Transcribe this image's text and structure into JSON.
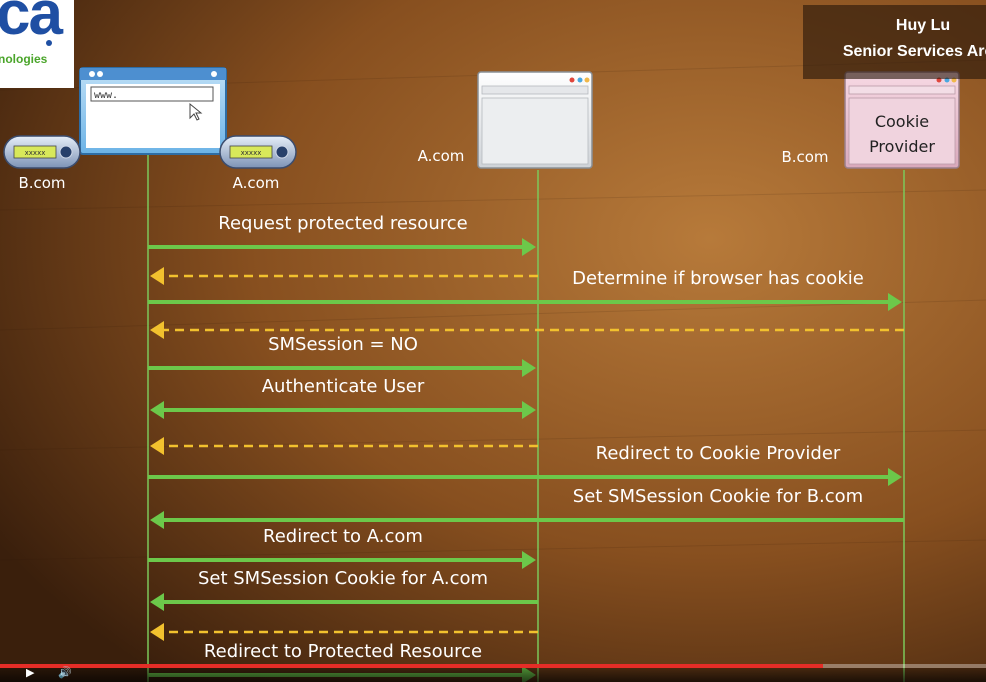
{
  "logo": {
    "letters": "ca",
    "tagline": "nologies"
  },
  "presenter": {
    "name": "Huy Lu",
    "title": "Senior Services Arch"
  },
  "participants": {
    "client_left_label": "B.com",
    "client_right_label": "A.com",
    "server_a_label": "A.com",
    "server_b_label": "B.com",
    "server_b_window_line1": "Cookie",
    "server_b_window_line2": "Provider",
    "browser_address": "www.",
    "token_text": "xxxxx"
  },
  "messages": [
    {
      "label": "Request protected resource",
      "from": "client",
      "to": "a",
      "style": "solid",
      "bidir": false
    },
    {
      "label": "",
      "from": "a",
      "to": "client",
      "style": "dashed",
      "bidir": false
    },
    {
      "label": "Determine if browser has cookie",
      "from": "client",
      "to": "b",
      "style": "solid",
      "bidir": false
    },
    {
      "label": "",
      "from": "b",
      "to": "client",
      "style": "dashed",
      "bidir": false
    },
    {
      "label": "SMSession = NO",
      "from": "client",
      "to": "a",
      "style": "solid",
      "bidir": false
    },
    {
      "label": "Authenticate User",
      "from": "client",
      "to": "a",
      "style": "solid",
      "bidir": true
    },
    {
      "label": "",
      "from": "a",
      "to": "client",
      "style": "dashed",
      "bidir": false
    },
    {
      "label": "Redirect to Cookie Provider",
      "from": "client",
      "to": "b",
      "style": "solid",
      "bidir": false
    },
    {
      "label": "Set SMSession Cookie for B.com",
      "from": "b",
      "to": "client",
      "style": "solid",
      "bidir": false
    },
    {
      "label": "Redirect to A.com",
      "from": "client",
      "to": "a",
      "style": "solid",
      "bidir": false
    },
    {
      "label": "Set SMSession Cookie for A.com",
      "from": "a",
      "to": "client",
      "style": "solid",
      "bidir": false
    },
    {
      "label": "",
      "from": "a",
      "to": "client",
      "style": "dashed",
      "bidir": false
    },
    {
      "label": "Redirect to Protected Resource",
      "from": "client",
      "to": "a",
      "style": "solid",
      "bidir": false
    }
  ],
  "colors": {
    "solid_arrow": "#6cc84a",
    "dashed_arrow": "#f2c12e",
    "lifeline": "#7cc85a",
    "label_text": "#ffffff",
    "background_dark": "#3a1f0c",
    "background_light": "#b77a3a"
  },
  "video": {
    "played_fraction": 0.835
  }
}
